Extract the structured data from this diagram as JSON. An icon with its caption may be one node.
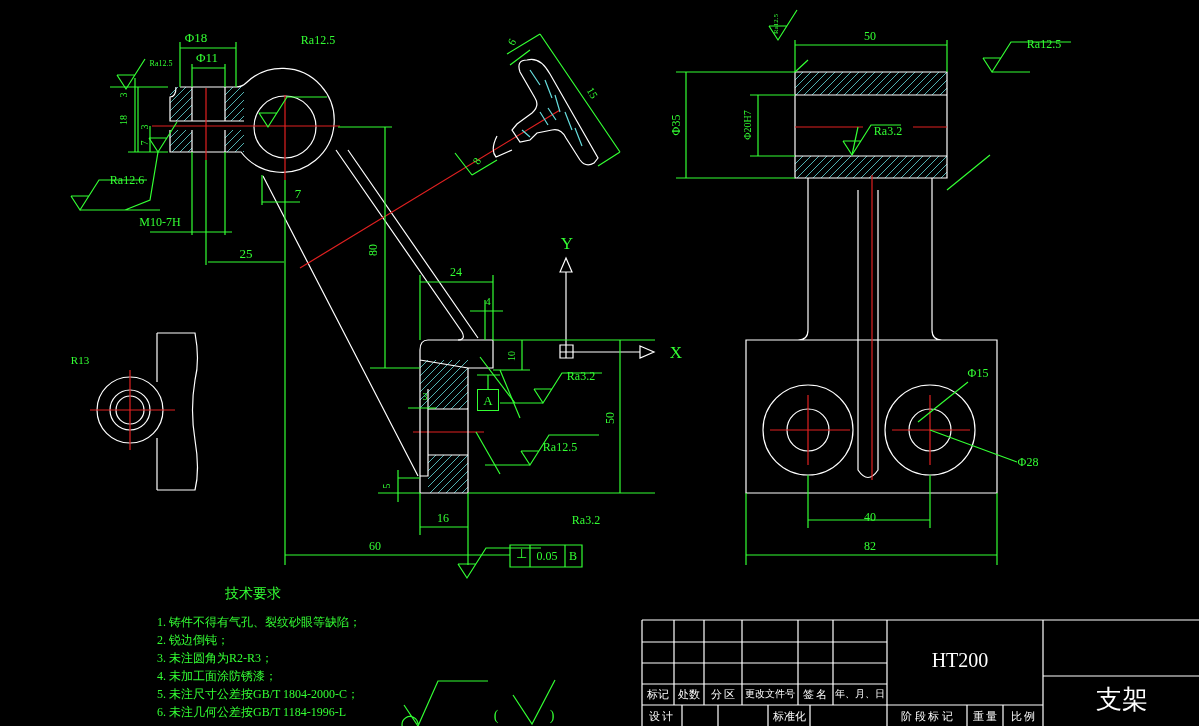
{
  "diagram": {
    "nodes": [
      {
        "text": [
          "A"
        ]
      }
    ],
    "edges": [],
    "labels": [
      "Φ18",
      "Ra12.5",
      "Φ11",
      "Ra12.5",
      "3",
      "18",
      "3",
      "7",
      "Ra12.6",
      "M10-7H",
      "7",
      "25",
      "80",
      "6",
      "15",
      "8",
      "Y",
      "24",
      "4",
      "10",
      "X",
      "R13",
      "Ra3.2",
      "3",
      "50",
      "Ra12.5",
      "5",
      "16",
      "Ra3.2",
      "60",
      "⊥",
      "0.05",
      "B",
      "Ra12.5",
      "50",
      "Ra12.5",
      "Φ35",
      "Φ20H7",
      "Ra3.2",
      "Φ15",
      "Φ28",
      "40",
      "82",
      "技术要求",
      "1. 铸件不得有气孔、裂纹砂眼等缺陷；",
      "2. 锐边倒钝；",
      "3. 未注圆角为R2-R3；",
      "4. 未加工面涂防锈漆；",
      "5. 未注尺寸公差按GB/T 1804-2000-C；",
      "6. 未注几何公差按GB/T 1184-1996-L",
      "(",
      ")",
      "HT200",
      "标记",
      "处数",
      "分 区",
      "更改文件号",
      "签 名",
      "年、月、日",
      "支架",
      "设 计",
      "标准化",
      "阶 段 标 记",
      "重 量",
      "比 例"
    ]
  }
}
